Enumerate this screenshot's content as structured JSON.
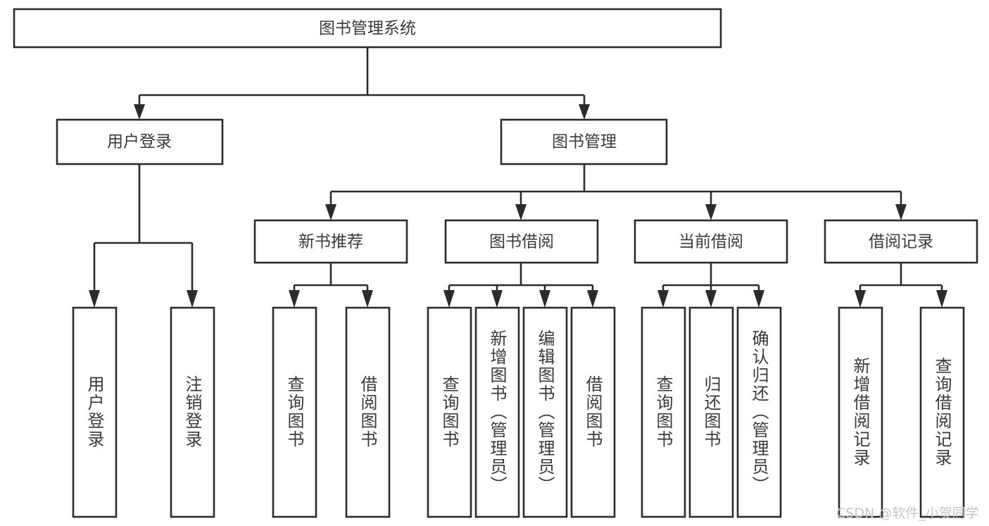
{
  "diagram": {
    "type": "tree-hierarchy",
    "title": "图书管理系统",
    "root": {
      "id": "root",
      "label": "图书管理系统",
      "orientation": "horizontal"
    },
    "level2": [
      {
        "id": "user-login",
        "label": "用户登录",
        "orientation": "horizontal"
      },
      {
        "id": "book-management",
        "label": "图书管理",
        "orientation": "horizontal"
      }
    ],
    "level3": [
      {
        "id": "new-book-recommend",
        "label": "新书推荐",
        "orientation": "horizontal",
        "parent": "book-management"
      },
      {
        "id": "book-borrow",
        "label": "图书借阅",
        "orientation": "horizontal",
        "parent": "book-management"
      },
      {
        "id": "current-borrow",
        "label": "当前借阅",
        "orientation": "horizontal",
        "parent": "book-management"
      },
      {
        "id": "borrow-record",
        "label": "借阅记录",
        "orientation": "horizontal",
        "parent": "book-management"
      }
    ],
    "leaves": [
      {
        "id": "leaf-user-login",
        "label": "用户登录",
        "orientation": "vertical",
        "parent": "user-login"
      },
      {
        "id": "leaf-user-logout",
        "label": "注销登录",
        "orientation": "vertical",
        "parent": "user-login"
      },
      {
        "id": "leaf-query-book-1",
        "label": "查询图书",
        "orientation": "vertical",
        "parent": "new-book-recommend"
      },
      {
        "id": "leaf-borrow-book-1",
        "label": "借阅图书",
        "orientation": "vertical",
        "parent": "new-book-recommend"
      },
      {
        "id": "leaf-query-book-2",
        "label": "查询图书",
        "orientation": "vertical",
        "parent": "book-borrow"
      },
      {
        "id": "leaf-add-book",
        "label": "新增图书（管理员）",
        "orientation": "vertical",
        "parent": "book-borrow"
      },
      {
        "id": "leaf-edit-book",
        "label": "编辑图书（管理员）",
        "orientation": "vertical",
        "parent": "book-borrow"
      },
      {
        "id": "leaf-borrow-book-2",
        "label": "借阅图书",
        "orientation": "vertical",
        "parent": "book-borrow"
      },
      {
        "id": "leaf-query-book-3",
        "label": "查询图书",
        "orientation": "vertical",
        "parent": "current-borrow"
      },
      {
        "id": "leaf-return-book",
        "label": "归还图书",
        "orientation": "vertical",
        "parent": "current-borrow"
      },
      {
        "id": "leaf-confirm-return",
        "label": "确认归还（管理员）",
        "orientation": "vertical",
        "parent": "current-borrow"
      },
      {
        "id": "leaf-add-record",
        "label": "新增借阅记录",
        "orientation": "vertical",
        "parent": "borrow-record"
      },
      {
        "id": "leaf-query-record",
        "label": "查询借阅记录",
        "orientation": "vertical",
        "parent": "borrow-record"
      }
    ],
    "colors": {
      "stroke": "#2b2b2b",
      "fill": "#ffffff",
      "text": "#3a3a3a",
      "watermark": "#c6c6c6"
    }
  },
  "watermark": {
    "text": "CSDN @软件_小贺同学"
  }
}
